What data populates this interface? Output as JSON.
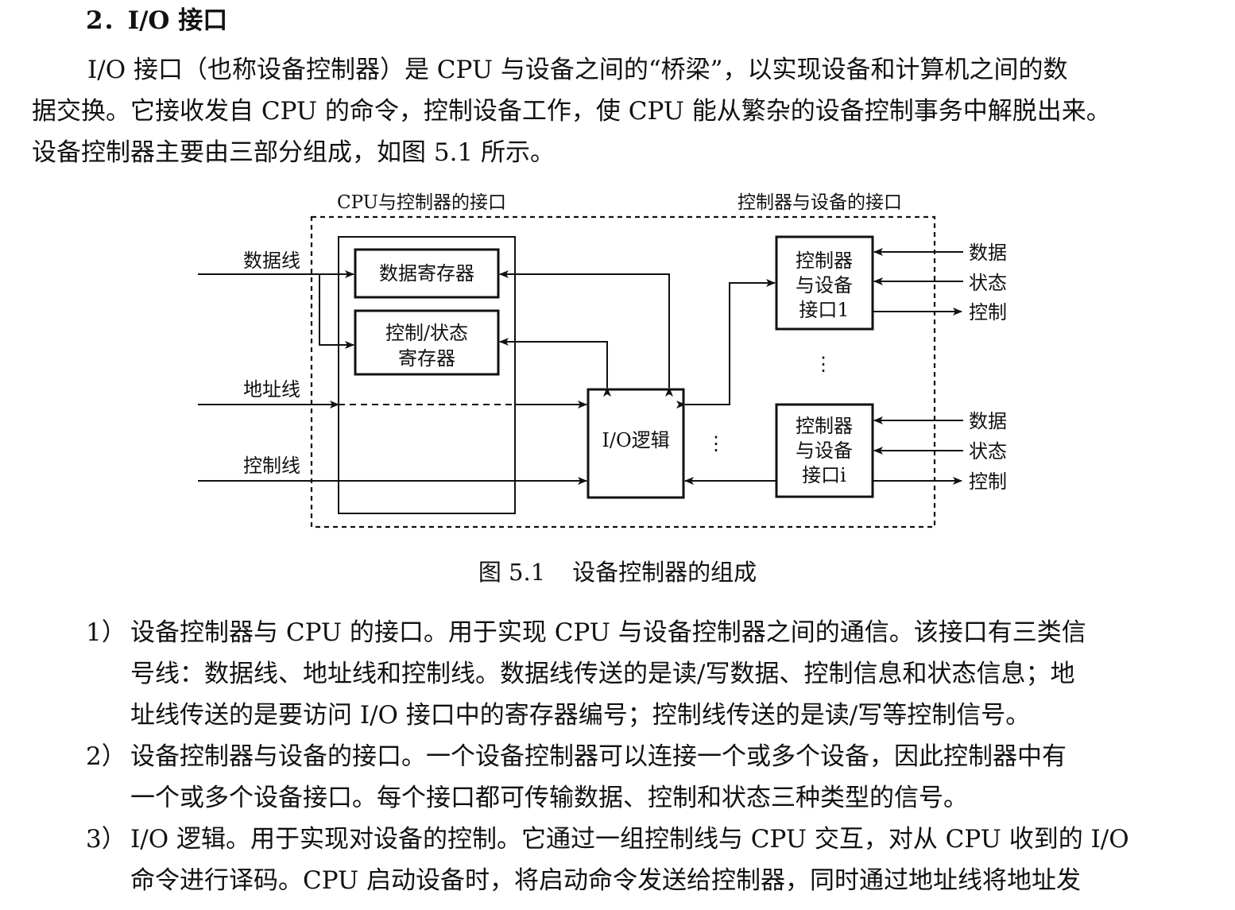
{
  "section": {
    "heading": "2．I/O 接口"
  },
  "intro": {
    "lines": [
      "I/O 接口（也称设备控制器）是 CPU 与设备之间的“桥梁”，以实现设备和计算机之间的数",
      "据交换。它接收发自 CPU 的命令，控制设备工作，使 CPU 能从繁杂的设备控制事务中解脱出来。",
      "设备控制器主要由三部分组成，如图 5.1 所示。"
    ]
  },
  "figure": {
    "label_cpu_interface": "CPU与控制器的接口",
    "label_device_interface": "控制器与设备的接口",
    "left_lines": {
      "data": "数据线",
      "address": "地址线",
      "control": "控制线"
    },
    "data_register": "数据寄存器",
    "control_status_register": [
      "控制/状态",
      "寄存器"
    ],
    "io_logic": "I/O逻辑",
    "device_interface_1": [
      "控制器",
      "与设备",
      "接口1"
    ],
    "device_interface_i": [
      "控制器",
      "与设备",
      "接口i"
    ],
    "ellipsis": "⋮",
    "signals_1": [
      "数据",
      "状态",
      "控制"
    ],
    "signals_i": [
      "数据",
      "状态",
      "控制"
    ],
    "caption_number": "图 5.1",
    "caption_text": "设备控制器的组成"
  },
  "items": [
    {
      "number": "1）",
      "lines": [
        "设备控制器与 CPU 的接口。用于实现 CPU 与设备控制器之间的通信。该接口有三类信",
        "号线：数据线、地址线和控制线。数据线传送的是读/写数据、控制信息和状态信息；地",
        "址线传送的是要访问 I/O 接口中的寄存器编号；控制线传送的是读/写等控制信号。"
      ]
    },
    {
      "number": "2）",
      "lines": [
        "设备控制器与设备的接口。一个设备控制器可以连接一个或多个设备，因此控制器中有",
        "一个或多个设备接口。每个接口都可传输数据、控制和状态三种类型的信号。"
      ]
    },
    {
      "number": "3）",
      "lines": [
        "I/O 逻辑。用于实现对设备的控制。它通过一组控制线与 CPU 交互，对从 CPU 收到的 I/O",
        "命令进行译码。CPU 启动设备时，将启动命令发送给控制器，同时通过地址线将地址发"
      ]
    }
  ]
}
